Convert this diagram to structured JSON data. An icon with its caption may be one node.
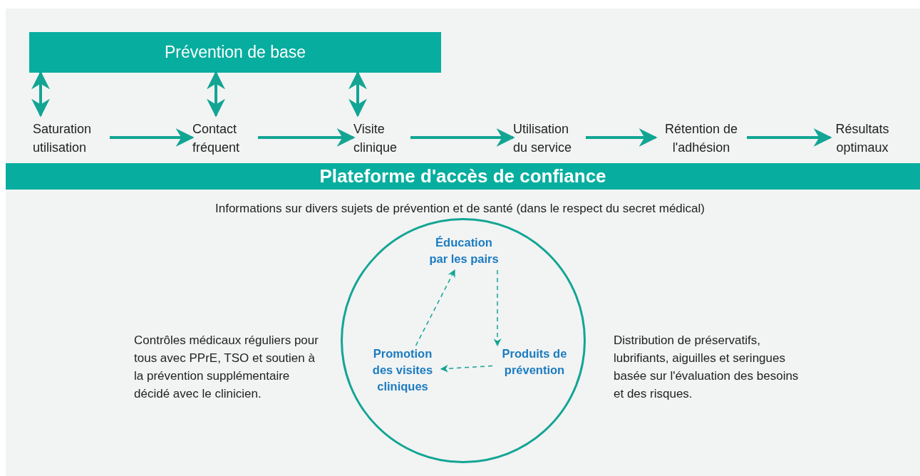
{
  "diagram": {
    "nodes": [
      {
        "text": [
          "Prévention de base"
        ]
      },
      {
        "text": [
          "Saturation utilisation"
        ]
      },
      {
        "text": [
          "Contact fréquent"
        ]
      },
      {
        "text": [
          "Visite clinique"
        ]
      },
      {
        "text": [
          "Utilisation du service"
        ]
      },
      {
        "text": [
          "Rétention de l'adhésion"
        ]
      },
      {
        "text": [
          "Résultats optimaux"
        ]
      },
      {
        "text": [
          "Plateforme d'accès de confiance"
        ]
      },
      {
        "text": [],
        "shape": "circle"
      },
      {
        "text": [
          "Éducation par les pairs"
        ],
        "in": 8
      },
      {
        "text": [
          "Produits de prévention"
        ],
        "in": 8
      },
      {
        "text": [
          "Promotion des visites cliniques"
        ],
        "in": 8
      }
    ],
    "edges": [
      {
        "from": 0,
        "to": 1,
        "arrow": "both"
      },
      {
        "from": 0,
        "to": 2,
        "arrow": "both"
      },
      {
        "from": 0,
        "to": 3,
        "arrow": "both"
      },
      {
        "from": 1,
        "to": 2,
        "arrow": "to"
      },
      {
        "from": 2,
        "to": 3,
        "arrow": "to"
      },
      {
        "from": 3,
        "to": 4,
        "arrow": "to"
      },
      {
        "from": 4,
        "to": 5,
        "arrow": "to"
      },
      {
        "from": 5,
        "to": 6,
        "arrow": "to"
      },
      {
        "from": 9,
        "to": 10,
        "arrow": "to",
        "style": "dashed"
      },
      {
        "from": 10,
        "to": 11,
        "arrow": "to",
        "style": "dashed"
      },
      {
        "from": 11,
        "to": 9,
        "arrow": "to",
        "style": "dashed"
      }
    ],
    "labels": [
      "Informations sur divers sujets de prévention et de santé (dans le respect du secret médical)",
      "Contrôles médicaux réguliers pour tous avec PPrE, TSO et soutien à la prévention supplémentaire décidé avec le clinicien.",
      "Distribution de préservatifs, lubrifiants, aiguilles et seringues basée sur l'évaluation des besoins et des risques."
    ]
  }
}
